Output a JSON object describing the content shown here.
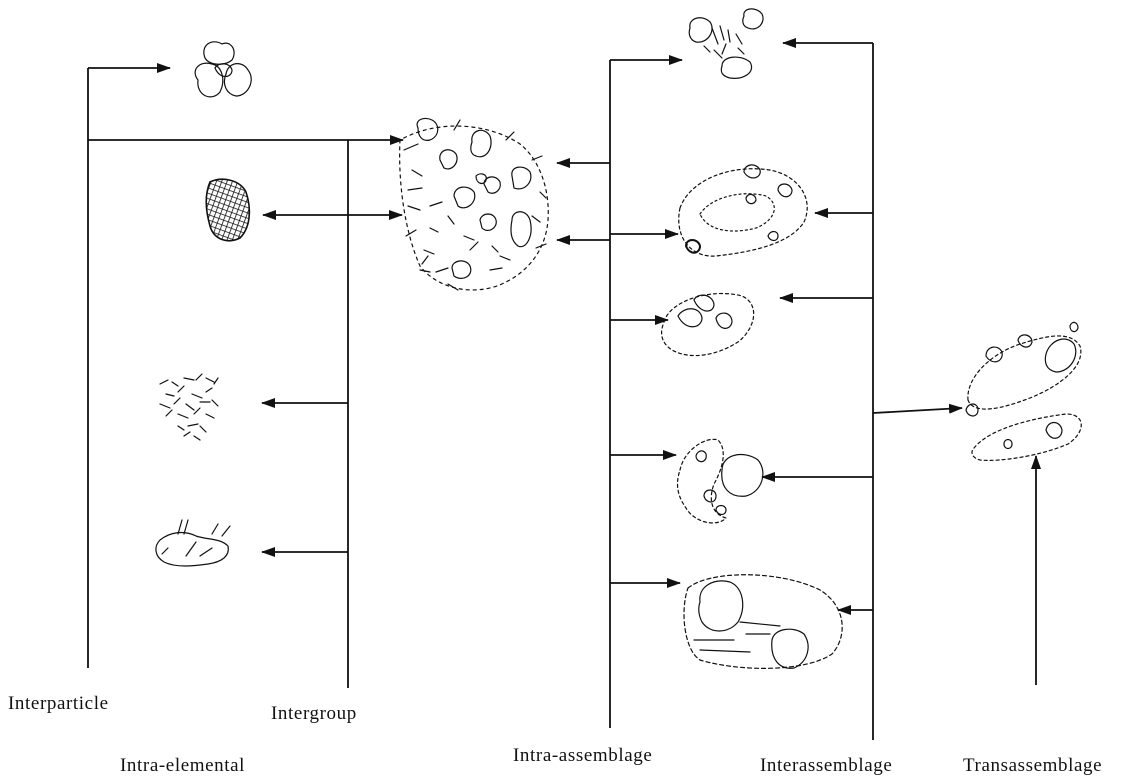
{
  "diagram": {
    "stroke_color": "#111111",
    "background": "#ffffff"
  },
  "labels": {
    "interparticle": "Interparticle",
    "intergroup": "Intergroup",
    "intra_elemental": "Intra-elemental",
    "intra_assemblage": "Intra-assemblage",
    "interassemblage": "Interassemblage",
    "transassemblage": "Transassemblage"
  }
}
